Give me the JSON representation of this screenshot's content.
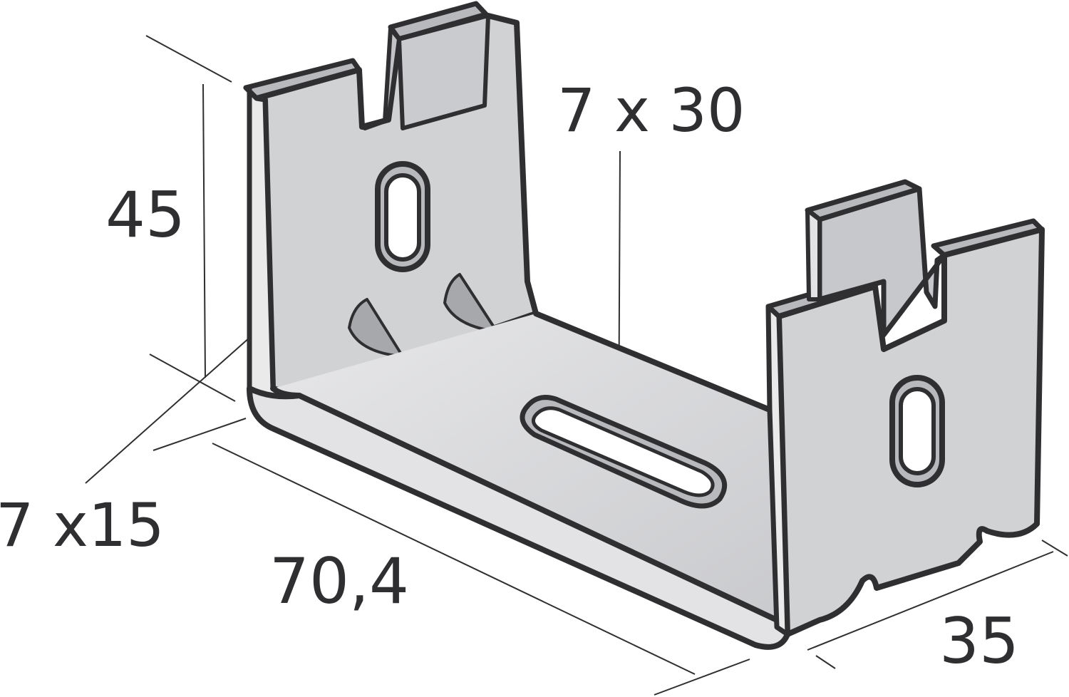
{
  "figure": {
    "dimensions": {
      "height": "45",
      "length": "70,4",
      "width": "35",
      "side_slot": "7 x15",
      "base_slot": "7 x 30"
    },
    "colors": {
      "outline": "#2f2e30",
      "metal_face": "#d1d2d4",
      "metal_edge": "#b4b5b8",
      "metal_light": "#eaeaeb",
      "background": "#ffffff"
    }
  }
}
